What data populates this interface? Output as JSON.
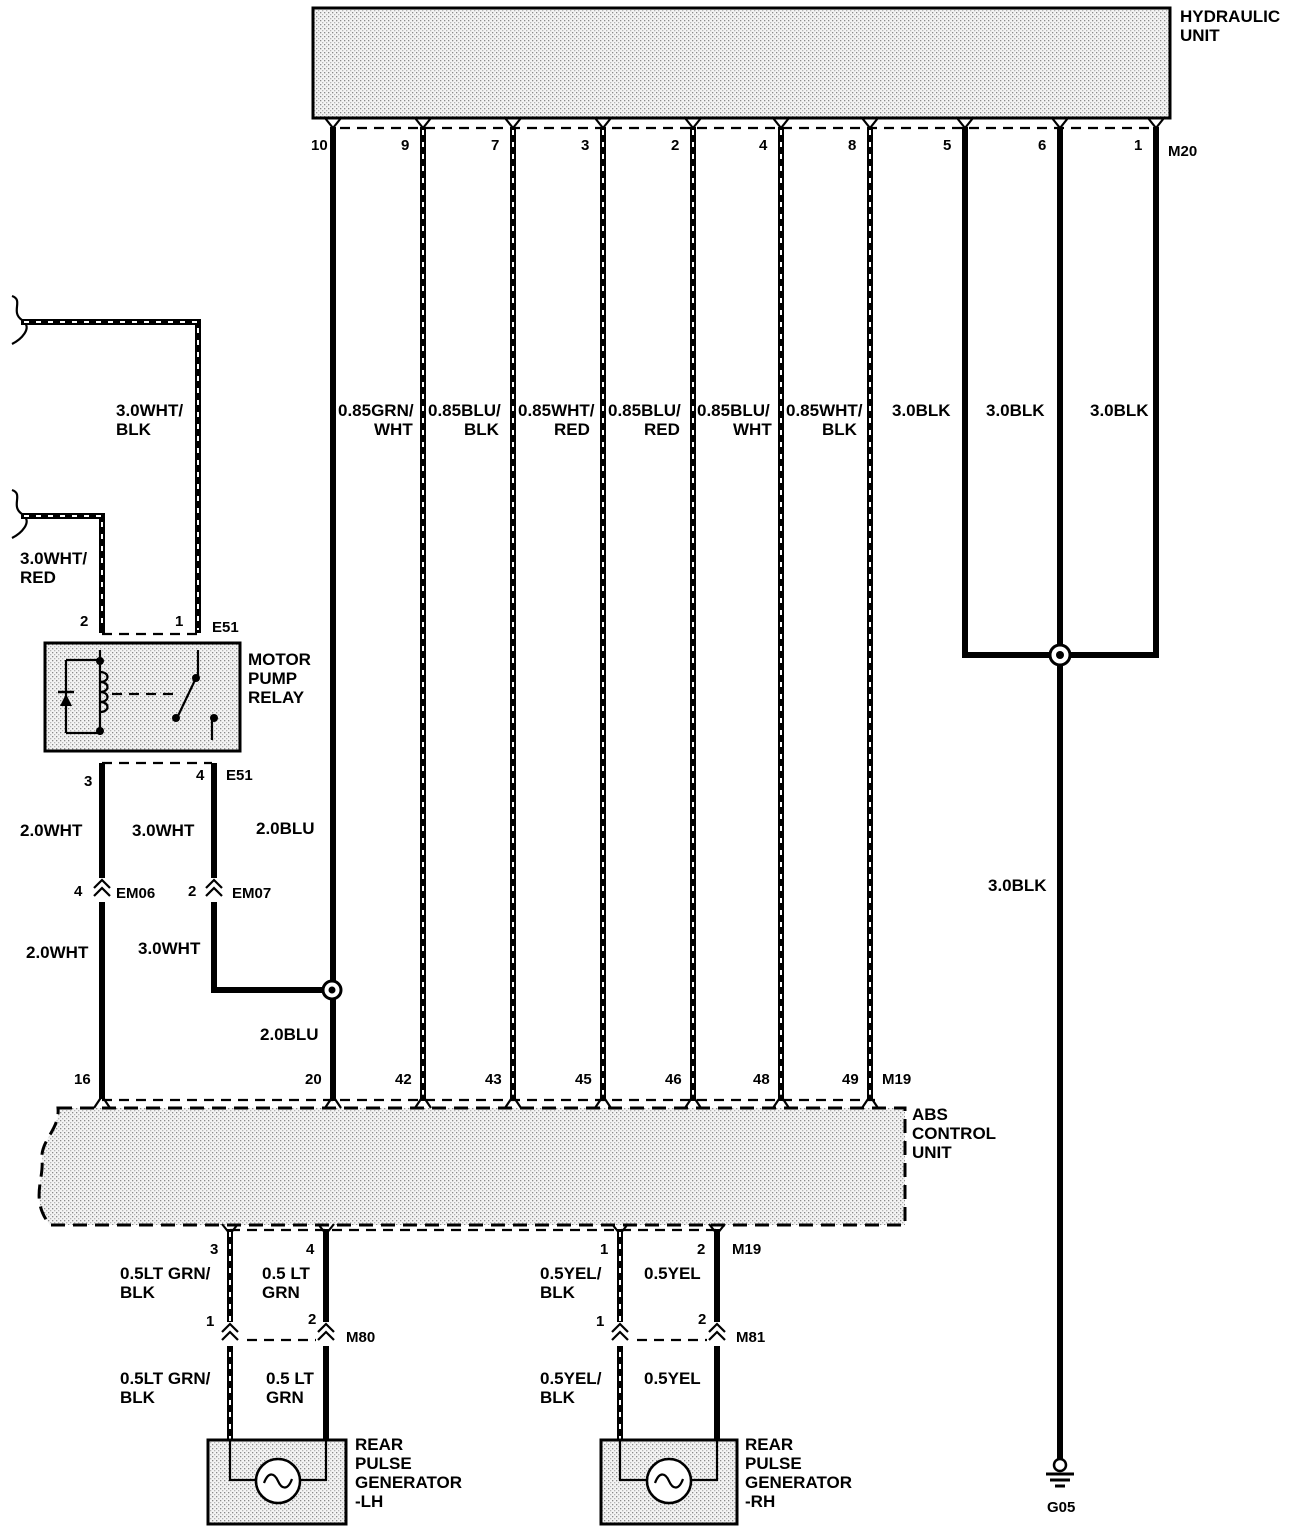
{
  "hydraulic_unit": {
    "label": "HYDRAULIC\nUNIT",
    "connector": "M20"
  },
  "abs_control_unit": {
    "label": "ABS\nCONTROL\nUNIT"
  },
  "motor_pump_relay": {
    "label": "MOTOR\nPUMP\nRELAY",
    "connector_top": "E51",
    "connector_bottom": "E51"
  },
  "hu_pins": [
    "10",
    "9",
    "7",
    "3",
    "2",
    "4",
    "8",
    "5",
    "6",
    "1"
  ],
  "hu_wire_labels": [
    "0.85GRN/\nWHT",
    "0.85BLU/\nBLK",
    "0.85WHT/\nRED",
    "0.85BLU/\nRED",
    "0.85BLU/\nWHT",
    "0.85WHT/\nBLK",
    "3.0BLK",
    "3.0BLK",
    "3.0BLK"
  ],
  "abs_top_pins": [
    "16",
    "20",
    "42",
    "43",
    "45",
    "46",
    "48",
    "49"
  ],
  "abs_top_connector": "M19",
  "abs_bottom_pins": [
    "3",
    "4",
    "1",
    "2"
  ],
  "abs_bottom_connector": "M19",
  "relay_pins": {
    "p1": "1",
    "p2": "2",
    "p3": "3",
    "p4": "4"
  },
  "left_wires": {
    "feed_top": "3.0WHT/\nBLK",
    "feed_mid": "3.0WHT/\nRED",
    "w3_upper": "2.0WHT",
    "w4_upper": "3.0WHT",
    "blu_upper": "2.0BLU",
    "w3_lower": "2.0WHT",
    "w4_lower": "3.0WHT",
    "blu_lower": "2.0BLU"
  },
  "inline_connectors": {
    "em06": {
      "name": "EM06",
      "pin": "4"
    },
    "em07": {
      "name": "EM07",
      "pin": "2"
    },
    "m80": {
      "name": "M80",
      "pin1": "1",
      "pin2": "2"
    },
    "m81": {
      "name": "M81",
      "pin1": "1",
      "pin2": "2"
    }
  },
  "ground": {
    "name": "G05",
    "wire_label": "3.0BLK"
  },
  "rear_lh": {
    "label": "REAR\nPULSE\nGENERATOR\n-LH",
    "w1_upper": "0.5LT GRN/\nBLK",
    "w2_upper": "0.5 LT\nGRN",
    "w1_lower": "0.5LT GRN/\nBLK",
    "w2_lower": "0.5 LT\nGRN"
  },
  "rear_rh": {
    "label": "REAR\nPULSE\nGENERATOR\n-RH",
    "w1_upper": "0.5YEL/\nBLK",
    "w2_upper": "0.5YEL",
    "w1_lower": "0.5YEL/\nBLK",
    "w2_lower": "0.5YEL"
  }
}
